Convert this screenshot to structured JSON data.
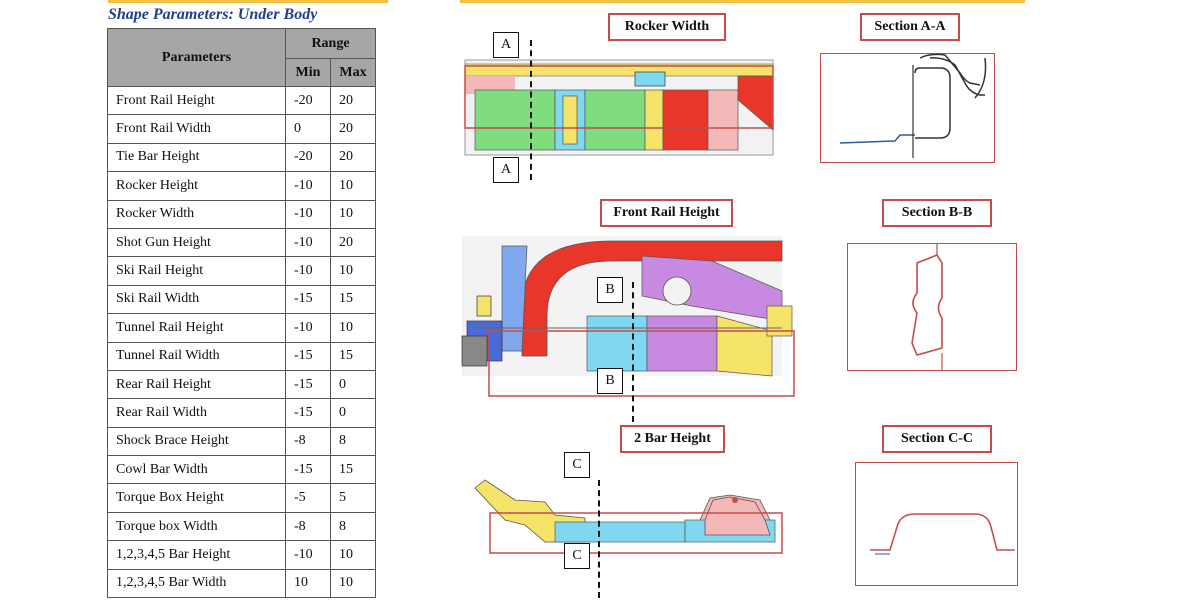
{
  "table": {
    "title": "Shape Parameters: Under Body",
    "header": {
      "parameters": "Parameters",
      "range": "Range",
      "min": "Min",
      "max": "Max"
    },
    "rows": [
      {
        "name": "Front Rail Height",
        "min": "-20",
        "max": "20"
      },
      {
        "name": "Front Rail Width",
        "min": "0",
        "max": "20"
      },
      {
        "name": "Tie Bar Height",
        "min": "-20",
        "max": "20"
      },
      {
        "name": "Rocker Height",
        "min": "-10",
        "max": "10"
      },
      {
        "name": "Rocker Width",
        "min": "-10",
        "max": "10"
      },
      {
        "name": "Shot Gun Height",
        "min": "-10",
        "max": "20"
      },
      {
        "name": "Ski Rail Height",
        "min": "-10",
        "max": "10"
      },
      {
        "name": "Ski Rail Width",
        "min": "-15",
        "max": "15"
      },
      {
        "name": "Tunnel Rail Height",
        "min": "-10",
        "max": "10"
      },
      {
        "name": "Tunnel Rail Width",
        "min": "-15",
        "max": "15"
      },
      {
        "name": "Rear Rail Height",
        "min": "-15",
        "max": "0"
      },
      {
        "name": "Rear Rail Width",
        "min": "-15",
        "max": "0"
      },
      {
        "name": "Shock Brace Height",
        "min": "-8",
        "max": "8"
      },
      {
        "name": "Cowl Bar Width",
        "min": "-15",
        "max": "15"
      },
      {
        "name": "Torque Box Height",
        "min": "-5",
        "max": "5"
      },
      {
        "name": "Torque box Width",
        "min": "-8",
        "max": "8"
      },
      {
        "name": "1,2,3,4,5 Bar Height",
        "min": "-10",
        "max": "10"
      },
      {
        "name": "1,2,3,4,5 Bar Width",
        "min": "10",
        "max": "10"
      }
    ]
  },
  "figures": {
    "rocker_width": {
      "label": "Rocker Width",
      "tag_top": "A",
      "tag_bottom": "A"
    },
    "section_a": {
      "label": "Section A-A"
    },
    "front_rail_height": {
      "label": "Front Rail Height",
      "tag_top": "B",
      "tag_bottom": "B"
    },
    "section_b": {
      "label": "Section B-B"
    },
    "bar_height": {
      "label": "2 Bar Height",
      "tag_top": "C",
      "tag_bottom": "C"
    },
    "section_c": {
      "label": "Section C-C"
    }
  },
  "colors": {
    "title_blue": "#1f3f8a",
    "header_gray": "#a6a6a6",
    "frame_red": "#c64b4b",
    "part_yellow": "#f5e36a",
    "part_green": "#7fdc7f",
    "part_red": "#e8372a",
    "part_cyan": "#7fd8ef",
    "part_violet": "#c889e0",
    "part_pink": "#f4b8b8"
  }
}
